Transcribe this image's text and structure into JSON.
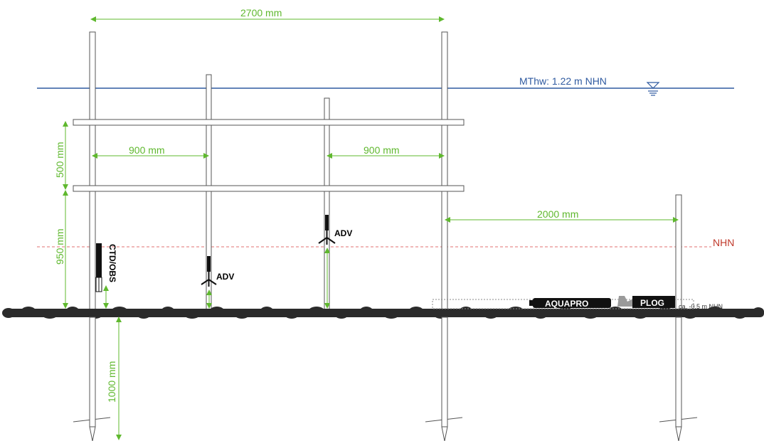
{
  "dimensions": {
    "total_width": "2700 mm",
    "left_spacing": "900 mm",
    "right_spacing": "900 mm",
    "right_pole_spacing": "2000 mm",
    "beam_spacing": "500 mm",
    "beam_to_bed": "950 mm",
    "pole_embedment": "1000 mm"
  },
  "levels": {
    "mthw": "MThw: 1.22 m NHN",
    "nhn": "NHN",
    "bed_level": "ca. -0.5 m NHN"
  },
  "instruments": {
    "ctd_obs": "CTD/OBS",
    "adv_1": "ADV",
    "adv_2": "ADV",
    "aquapro": "AQUAPRO",
    "plog": "PLOG"
  },
  "colors": {
    "dimension": "#5fb82e",
    "water_line": "#2f5aa0",
    "nhn_line": "#e07070",
    "nhn_text": "#c0392b",
    "structure": "#555555",
    "seabed": "#2b2b2b"
  },
  "icons": {
    "water_level": "water-level-icon"
  }
}
